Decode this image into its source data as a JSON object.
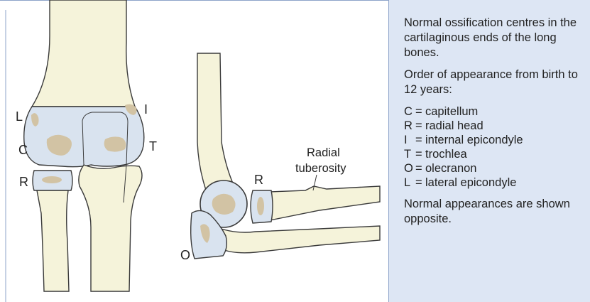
{
  "diagram": {
    "front_view_labels": {
      "L": "L",
      "C": "C",
      "R": "R",
      "I": "I",
      "T": "T"
    },
    "lateral_view_labels": {
      "R": "R",
      "O": "O",
      "radial_line1": "Radial",
      "radial_line2": "tuberosity"
    }
  },
  "caption": {
    "intro": "Normal ossification centres in the cartilaginous ends of the long bones.",
    "order_heading": "Order of appearance from birth to 12 years:",
    "legend": [
      {
        "key": "C",
        "meaning": "capitellum"
      },
      {
        "key": "R",
        "meaning": "radial head"
      },
      {
        "key": "I",
        "meaning": "internal epicondyle"
      },
      {
        "key": "T",
        "meaning": "trochlea"
      },
      {
        "key": "O",
        "meaning": "olecranon"
      },
      {
        "key": "L",
        "meaning": "lateral epicondyle"
      }
    ],
    "footer": "Normal appearances are shown opposite."
  },
  "colors": {
    "bone": "#f5f3da",
    "cartilage": "#d9e3ef",
    "ossification": "#d2c3a4",
    "outline": "#3a3a3a",
    "caption_bg": "#dde6f4",
    "frame": "#8da3c9"
  }
}
